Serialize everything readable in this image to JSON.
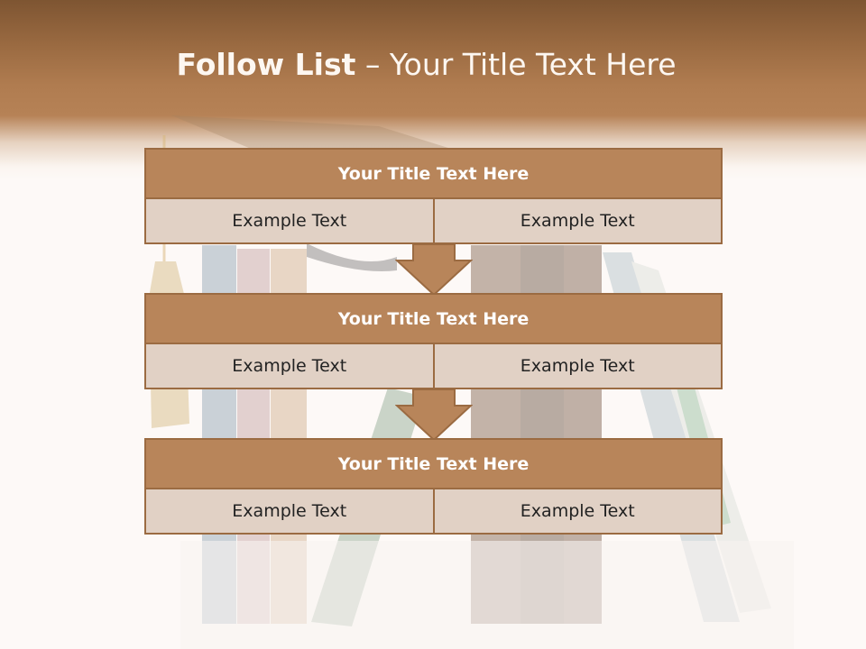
{
  "slide": {
    "title_bold": "Follow List",
    "title_rest": " – Your Title Text Here"
  },
  "blocks": [
    {
      "title": "Your Title Text Here",
      "left": "Example Text",
      "right": "Example Text"
    },
    {
      "title": "Your Title Text Here",
      "left": "Example Text",
      "right": "Example Text"
    },
    {
      "title": "Your Title Text Here",
      "left": "Example Text",
      "right": "Example Text"
    }
  ],
  "colors": {
    "header": "#9a6a41",
    "title_bar": "#b8855a",
    "cell": "#e1d1c5",
    "border": "#9b6b42"
  }
}
